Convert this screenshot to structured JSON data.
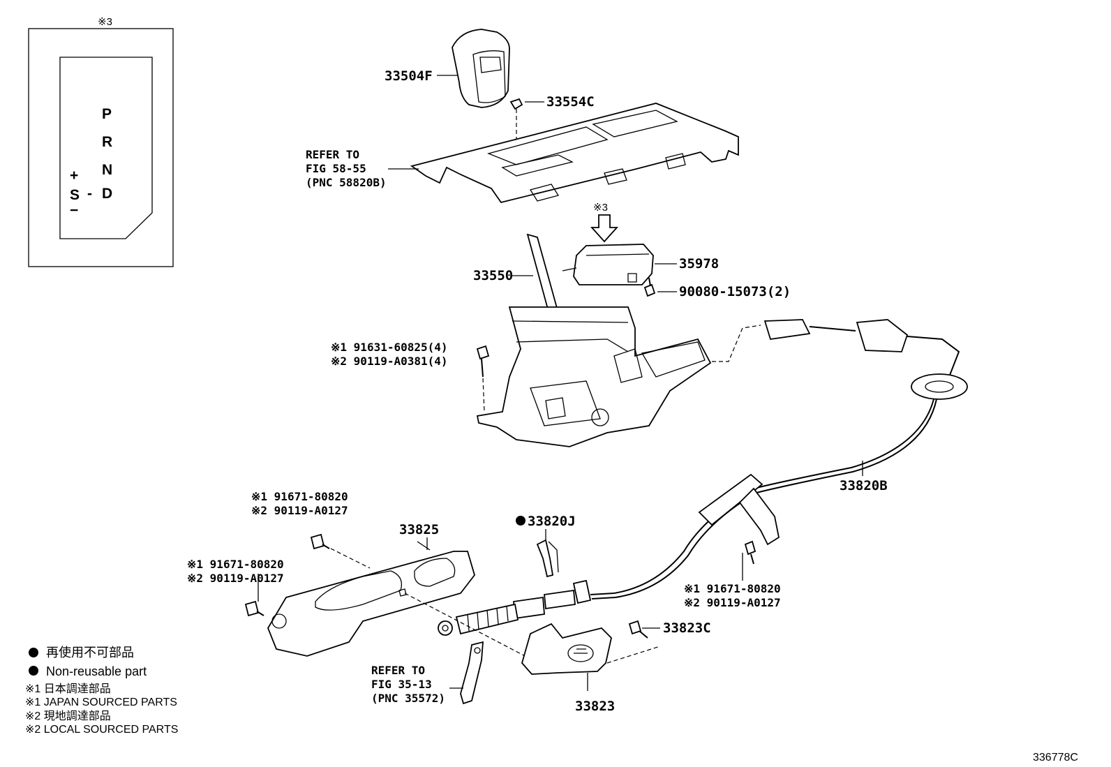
{
  "shift_gate_inset": {
    "note_mark": "※3",
    "positions": {
      "P": "P",
      "R": "R",
      "N": "N",
      "D": "D",
      "S": "S",
      "plus": "+",
      "minus": "−",
      "dash": "-"
    }
  },
  "parts": {
    "p33504F": "33504F",
    "p33554C": "33554C",
    "refer_panel": {
      "l1": "REFER TO",
      "l2": "FIG 58-55",
      "l3": "(PNC 58820B)"
    },
    "arrow_note": "※3",
    "p35978": "35978",
    "p33550": "33550",
    "p90080": "90080-15073(2)",
    "bolt_main": {
      "l1": "※1 91631-60825(4)",
      "l2": "※2 90119-A0381(4)"
    },
    "p33820B": "33820B",
    "bolt_a": {
      "l1": "※1 91671-80820",
      "l2": "※2 90119-A0127"
    },
    "bolt_b": {
      "l1": "※1 91671-80820",
      "l2": "※2 90119-A0127"
    },
    "bolt_c": {
      "l1": "※1 91671-80820",
      "l2": "※2 90119-A0127"
    },
    "p33825": "33825",
    "p33820J": "33820J",
    "p33823C": "33823C",
    "p33823": "33823",
    "refer_cable": {
      "l1": "REFER TO",
      "l2": "FIG 35-13",
      "l3": "(PNC 35572)"
    }
  },
  "legend": {
    "nonreusable_jp": "再使用不可部品",
    "nonreusable_en": "Non-reusable part",
    "mark1_jp": "※1  日本調達部品",
    "mark1_en": "※1  JAPAN SOURCED PARTS",
    "mark2_jp": "※2  現地調達部品",
    "mark2_en": "※2  LOCAL SOURCED PARTS"
  },
  "figure_id": "336778C"
}
